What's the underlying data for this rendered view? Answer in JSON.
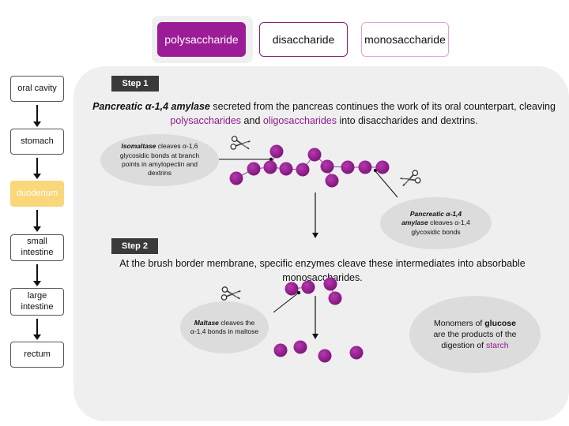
{
  "tabs": [
    {
      "label": "polysaccharide",
      "state": "selected"
    },
    {
      "label": "disaccharide",
      "state": "outlined-dark"
    },
    {
      "label": "monosaccharide",
      "state": "outlined-pink"
    }
  ],
  "flow": [
    {
      "label": "oral cavity",
      "highlight": false
    },
    {
      "label": "stomach",
      "highlight": false
    },
    {
      "label": "duodenum",
      "highlight": true
    },
    {
      "label": "small intestine",
      "highlight": false
    },
    {
      "label": "large intestine",
      "highlight": false
    },
    {
      "label": "rectum",
      "highlight": false
    }
  ],
  "step1": {
    "label": "Step 1",
    "enzyme": "Pancreatic α-1,4 amylase",
    "text_a": " secreted from the pancreas continues the work of its oral counterpart, cleaving",
    "poly": "polysaccharides",
    "and": " and ",
    "oligo": "oligosaccharides",
    "text_b": " into disaccharides and dextrins."
  },
  "isomaltase": {
    "name": "Isomaltase",
    "text": " cleaves α-1,6 glycosidic bonds at branch points in amylopectin and dextrins"
  },
  "amylase_note": {
    "name": "Pancreatic α-1,4 amylase",
    "text": " cleaves α-1,4 glycosidic bonds"
  },
  "step2": {
    "label": "Step 2",
    "text": "At the brush border membrane, specific enzymes cleave these intermediates into absorbable monosaccharides."
  },
  "maltase": {
    "name": "Maltase",
    "text": " cleaves the α-1,4 bonds in maltose"
  },
  "monomers": {
    "a": "Monomers of ",
    "glucose": "glucose",
    "b": " are the products of the digestion of ",
    "starch": "starch"
  },
  "colors": {
    "accent": "#9b1c96",
    "pink": "#e9a0d9",
    "highlight": "#f9d77a",
    "panel": "#efefef",
    "bubble": "#dcdcdc"
  },
  "icons": [
    "scissors-icon",
    "down-arrow-icon",
    "glucose-molecule-icon"
  ]
}
